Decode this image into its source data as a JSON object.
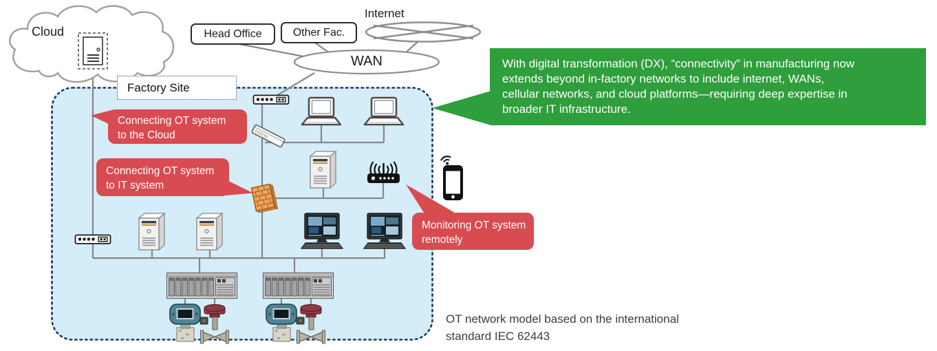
{
  "colors": {
    "factory_fill": "#d5edf8",
    "factory_border": "#1b3a66",
    "callout_red": "#d84b50",
    "note_green": "#2f9e3c",
    "connector_gray": "#878787",
    "outline_gray": "#8f8f8f",
    "firewall_orange": "#efa35b",
    "caption_text": "#3c3c3c"
  },
  "cloud": {
    "label": "Cloud"
  },
  "external": {
    "internet_label": "Internet",
    "wan_label": "WAN",
    "head_office_label": "Head Office",
    "other_facility_label": "Other Fac."
  },
  "factory": {
    "label": "Factory Site"
  },
  "callouts": {
    "to_cloud": [
      "Connecting OT system",
      "to the Cloud"
    ],
    "to_it": [
      "Connecting OT system",
      "to IT system"
    ],
    "monitoring": [
      "Monitoring OT system",
      "remotely"
    ]
  },
  "note": {
    "lines": [
      "With digital transformation (DX), “connectivity” in manufacturing now",
      "extends beyond in-factory networks to include internet, WANs,",
      "cellular networks, and cloud platforms—requiring deep expertise in",
      "broader IT infrastructure."
    ]
  },
  "caption": "OT network model based on the international standard IEC 62443",
  "icons": [
    "cloud-icon",
    "virtual-server-icon",
    "internet-globe-icon",
    "wan-ellipse",
    "router-icon",
    "switch-icon",
    "laptop-icon",
    "server-tower-icon",
    "firewall-icon",
    "wireless-router-icon",
    "smartphone-icon",
    "wifi-signal-icon",
    "operator-workstation-icon",
    "plc-rack-icon",
    "transmitter-icon",
    "control-valve-icon"
  ]
}
